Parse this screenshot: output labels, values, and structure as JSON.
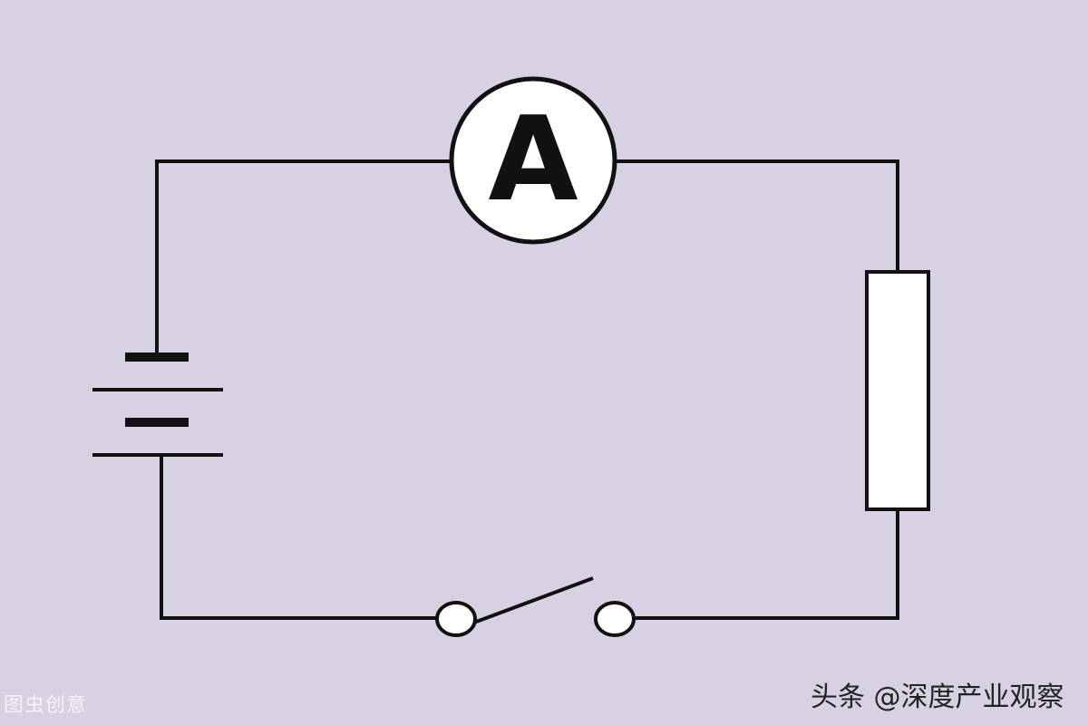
{
  "diagram": {
    "title": "",
    "background_color": "#d8d0e3",
    "wire_color": "#111111",
    "component_fill": "#ffffff",
    "components": [
      {
        "type": "ammeter",
        "symbol_icon": "ammeter-icon",
        "label": "A"
      },
      {
        "type": "resistor",
        "symbol_icon": "resistor-icon"
      },
      {
        "type": "switch",
        "state": "open",
        "symbol_icon": "switch-icon"
      },
      {
        "type": "battery",
        "cells": 2,
        "symbol_icon": "battery-icon"
      }
    ],
    "connections": [
      [
        "battery",
        "ammeter"
      ],
      [
        "ammeter",
        "resistor"
      ],
      [
        "resistor",
        "switch"
      ],
      [
        "switch",
        "battery"
      ]
    ]
  },
  "watermarks": {
    "left": "图虫创意",
    "right": "头条 @深度产业观察"
  }
}
